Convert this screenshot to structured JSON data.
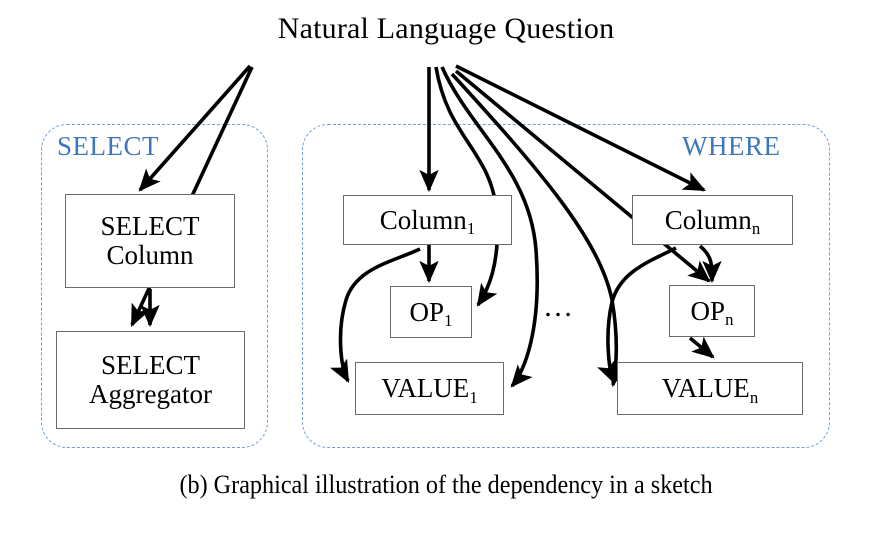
{
  "figure": {
    "title": "Natural Language Question",
    "caption": "(b) Graphical illustration of the dependency in a sketch",
    "ellipsis": "…",
    "colors": {
      "group_border": "#6f9fd8",
      "group_label": "#3d77bd",
      "node_border": "#6b6b6b",
      "edge": "#000000",
      "text": "#000000",
      "background": "#ffffff"
    }
  },
  "groups": [
    {
      "id": "select",
      "label": "SELECT",
      "label_align": "left"
    },
    {
      "id": "where",
      "label": "WHERE",
      "label_align": "right"
    }
  ],
  "nodes": [
    {
      "id": "select_column",
      "line1": "SELECT",
      "line2": "Column",
      "subscript": ""
    },
    {
      "id": "select_aggregator",
      "line1": "SELECT",
      "line2": "Aggregator",
      "subscript": ""
    },
    {
      "id": "column_1",
      "line1": "Column",
      "line2": "",
      "subscript": "1"
    },
    {
      "id": "op_1",
      "line1": "OP",
      "line2": "",
      "subscript": "1"
    },
    {
      "id": "value_1",
      "line1": "VALUE",
      "line2": "",
      "subscript": "1"
    },
    {
      "id": "column_n",
      "line1": "Column",
      "line2": "",
      "subscript": "n"
    },
    {
      "id": "op_n",
      "line1": "OP",
      "line2": "",
      "subscript": "n"
    },
    {
      "id": "value_n",
      "line1": "VALUE",
      "line2": "",
      "subscript": "n"
    }
  ],
  "edges": [
    {
      "from": "question",
      "to": "select_column"
    },
    {
      "from": "question",
      "to": "select_aggregator"
    },
    {
      "from": "question",
      "to": "column_1"
    },
    {
      "from": "question",
      "to": "op_1"
    },
    {
      "from": "question",
      "to": "value_1"
    },
    {
      "from": "question",
      "to": "column_n"
    },
    {
      "from": "question",
      "to": "op_n"
    },
    {
      "from": "question",
      "to": "value_n"
    },
    {
      "from": "select_column",
      "to": "select_aggregator"
    },
    {
      "from": "column_1",
      "to": "op_1"
    },
    {
      "from": "column_1",
      "to": "value_1"
    },
    {
      "from": "column_n",
      "to": "op_n"
    },
    {
      "from": "column_n",
      "to": "value_n"
    },
    {
      "from": "op_n",
      "to": "value_n"
    }
  ]
}
